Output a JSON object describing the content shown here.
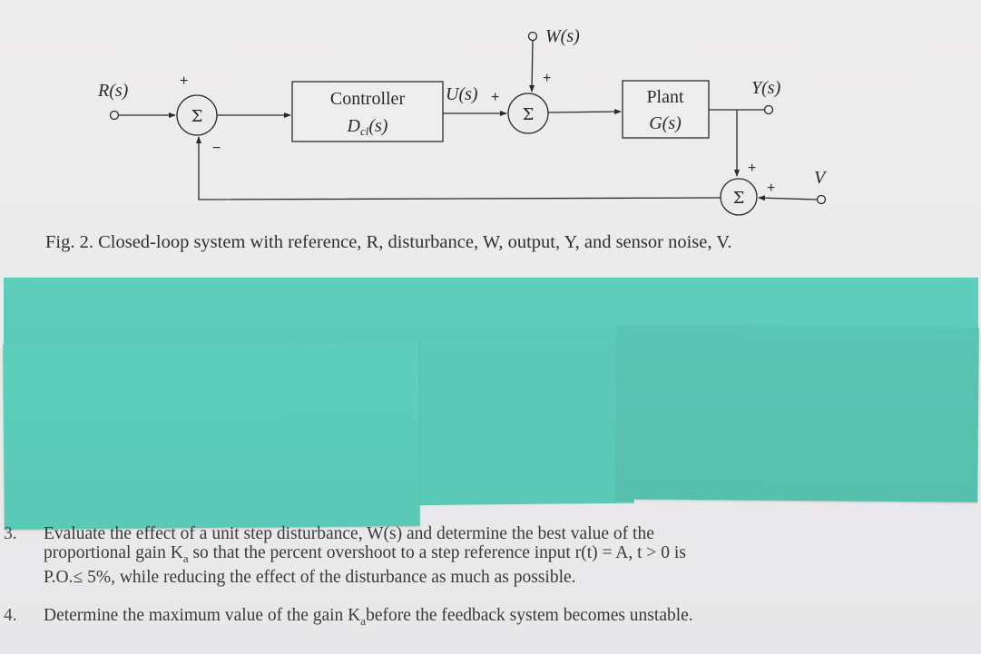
{
  "diagram": {
    "labels": {
      "reference": "R(s)",
      "disturbance": "W(s)",
      "control": "U(s)",
      "output": "Y(s)",
      "noise": "V"
    },
    "blocks": {
      "controller_line1": "Controller",
      "controller_line2": "D",
      "controller_sub": "cl",
      "controller_arg": "(s)",
      "plant_line1": "Plant",
      "plant_line2": "G(s)"
    },
    "summers": {
      "symbol": "Σ",
      "plus": "+",
      "minus": "−"
    }
  },
  "caption": "Fig. 2. Closed-loop system with reference, R, disturbance, W, output, Y, and sensor noise, V.",
  "questions": [
    {
      "number": "3.",
      "lines": [
        "Evaluate the effect of a unit step disturbance, W(s) and determine the best value of the",
        "proportional gain K",
        "a",
        " so that the percent overshoot to a step reference input r(t) = A, t > 0 is",
        "P.O.≤ 5%, while reducing the effect of the disturbance as much as possible."
      ]
    },
    {
      "number": "4.",
      "lines": [
        "Determine the maximum value of the gain K",
        "a",
        "before the feedback system becomes unstable."
      ]
    }
  ],
  "colors": {
    "paper": "#ecebec",
    "sticky_note": "#5bc9b7",
    "ink": "#2a2a2a"
  }
}
